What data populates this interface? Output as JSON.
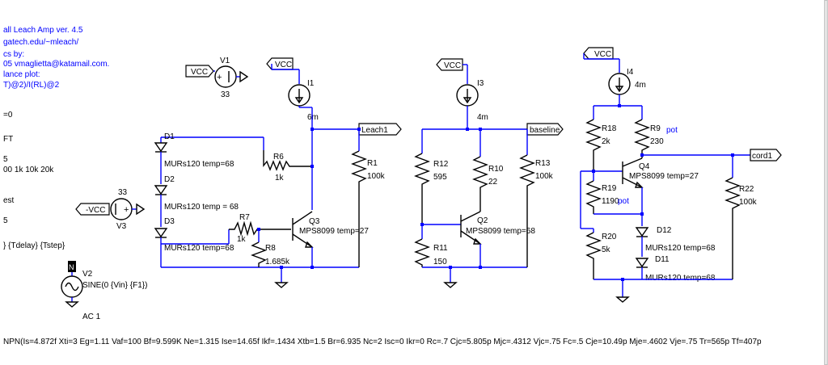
{
  "directives": {
    "title": "all Leach Amp ver. 4.5",
    "url": "gatech.edu/~mleach/",
    "credits": "cs by:",
    "author": "05 vmaglietta@katamail.com.",
    "plot_title": "lance plot:",
    "plot_expr": "T)@2)/I(RL)@2",
    "left1": "=0",
    "left2": "FT",
    "left3": "5",
    "left4": "00 1k 10k 20k",
    "left5": "est",
    "left6": "5",
    "tran": "} {Tdelay} {Tstep}",
    "model": "NPN(Is=4.872f Xti=3 Eg=1.11 Vaf=100 Bf=9.599K Ne=1.315 Ise=14.65f Ikf=.1434 Xtb=1.5 Br=6.935 Nc=2 Isc=0 Ikr=0 Rc=.7 Cjc=5.805p Mjc=.4312 Vjc=.75 Fc=.5 Cje=10.49p Mje=.4602 Vje=.75 Tr=565p Tf=407p"
  },
  "net_labels": {
    "vcc": "VCC",
    "neg_vcc": "-VCC",
    "leach1": "Leach1",
    "baseline": "baseline",
    "cord1": "cord1"
  },
  "components": {
    "v1": {
      "name": "V1",
      "value": "33"
    },
    "v3": {
      "name": "V3",
      "value": "33"
    },
    "v2": {
      "name": "V2",
      "value": "SINE(0 {Vin} {F1})",
      "ac": "AC 1"
    },
    "i1": {
      "name": "I1",
      "value": "6m"
    },
    "i3": {
      "name": "I3",
      "value": "4m"
    },
    "i4": {
      "name": "I4",
      "value": "4m"
    },
    "d1": {
      "name": "D1",
      "model": "MURs120 temp=68"
    },
    "d2": {
      "name": "D2",
      "model": "MURs120 temp = 68"
    },
    "d3": {
      "name": "D3",
      "model": "MURs120 temp=68"
    },
    "d11": {
      "name": "D11",
      "model": "MURs120 temp=68"
    },
    "d12": {
      "name": "D12",
      "model": "MURs120 temp=68"
    },
    "r6": {
      "name": "R6",
      "value": "1k"
    },
    "r7": {
      "name": "R7",
      "value": "1k"
    },
    "r8": {
      "name": "R8",
      "value": "1.685k"
    },
    "r1": {
      "name": "R1",
      "value": "100k"
    },
    "r12": {
      "name": "R12",
      "value": "595"
    },
    "r10": {
      "name": "R10",
      "value": "22"
    },
    "r11": {
      "name": "R11",
      "value": "150"
    },
    "r13": {
      "name": "R13",
      "value": "100k"
    },
    "r18": {
      "name": "R18",
      "value": "2k"
    },
    "r9": {
      "name": "R9",
      "value": "230",
      "pot": "pot"
    },
    "r19": {
      "name": "R19",
      "value": "1190",
      "pot": "pot"
    },
    "r20": {
      "name": "R20",
      "value": "5k"
    },
    "r22": {
      "name": "R22",
      "value": "100k"
    },
    "q3": {
      "name": "Q3",
      "model": "MPS8099 temp=27"
    },
    "q2": {
      "name": "Q2",
      "model": "MPS8099 temp=68"
    },
    "q4": {
      "name": "Q4",
      "model": "MPS8099 temp=27"
    }
  },
  "colors": {
    "wire": "#0000ff",
    "component": "#000000",
    "background": "#ffffff"
  }
}
